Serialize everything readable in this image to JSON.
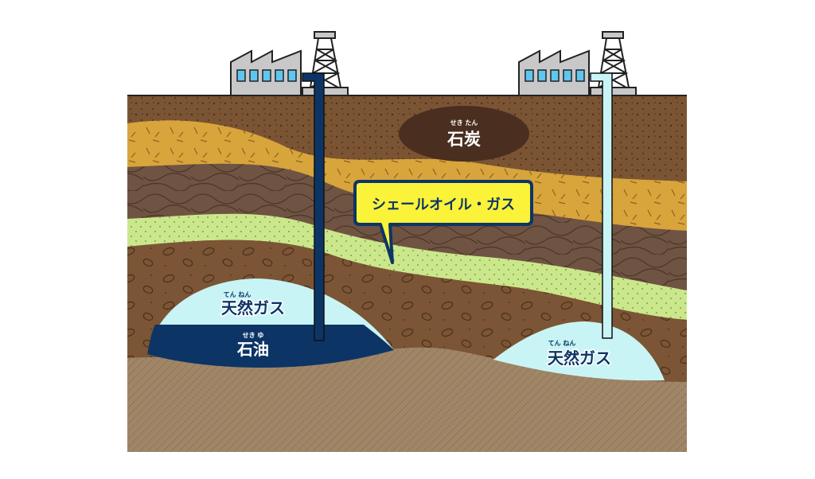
{
  "labels": {
    "coal": "石炭",
    "coal_ruby": "せき たん",
    "shale": "シェールオイル・ガス",
    "gas_left": "天然ガス",
    "gas_left_ruby": "てん ねん",
    "oil": "石油",
    "oil_ruby": "せき ゆ",
    "gas_right": "天然ガス",
    "gas_right_ruby": "てん ねん"
  },
  "colors": {
    "topsoil": "#7b5433",
    "yellow_layer": "#d8a43c",
    "contour_layer": "#6f5443",
    "shale_layer": "#cbe78c",
    "pebble_layer": "#7b5535",
    "bedrock": "#a08567",
    "gas": "#c9f4f5",
    "oil": "#0c3566",
    "coal": "#4a2e1f",
    "callout": "#fbf33a"
  }
}
